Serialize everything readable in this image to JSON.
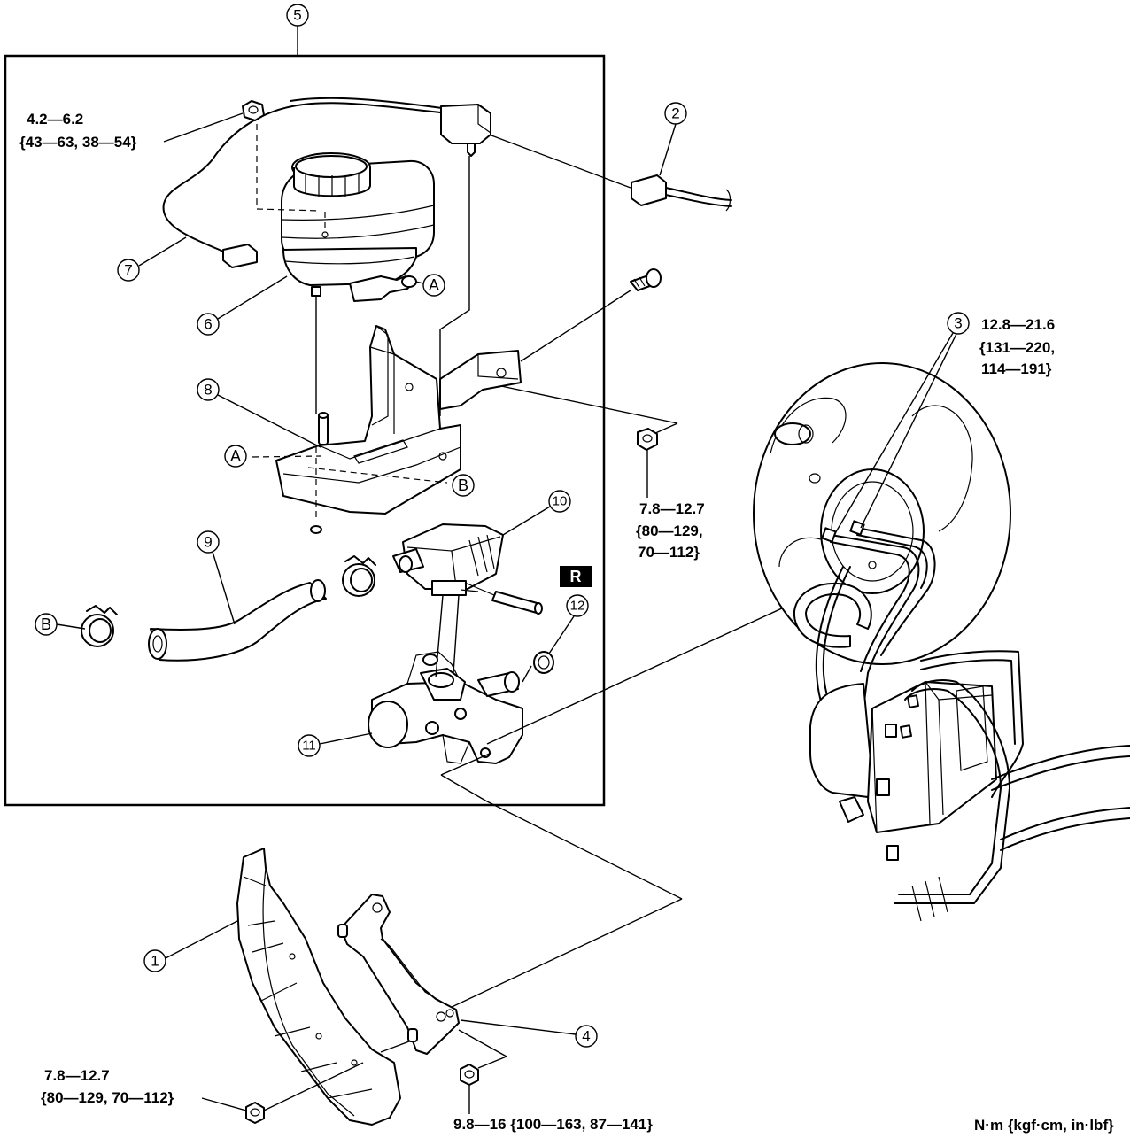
{
  "callouts": [
    "1",
    "2",
    "3",
    "4",
    "5",
    "6",
    "7",
    "8",
    "9",
    "10",
    "11",
    "12"
  ],
  "reference_letters": {
    "a": "A",
    "b": "B"
  },
  "box_marker": "R",
  "torque": {
    "connector_nut": {
      "line1": "4.2—6.2",
      "line2": "{43—63, 38—54}"
    },
    "booster_nuts": {
      "line1": "12.8—21.6",
      "line2": "{131—220,",
      "line3": "114—191}"
    },
    "bracket_nut": {
      "line1": "7.8—12.7",
      "line2": "{80—129,",
      "line3": "70—112}"
    },
    "cover_nut": {
      "line1": "7.8—12.7",
      "line2": "{80—129, 70—112}"
    },
    "pedal_bracket_nut": {
      "line1": "9.8—16 {100—163, 87—141}"
    }
  },
  "units": "N·m {kgf·cm, in·lbf}"
}
